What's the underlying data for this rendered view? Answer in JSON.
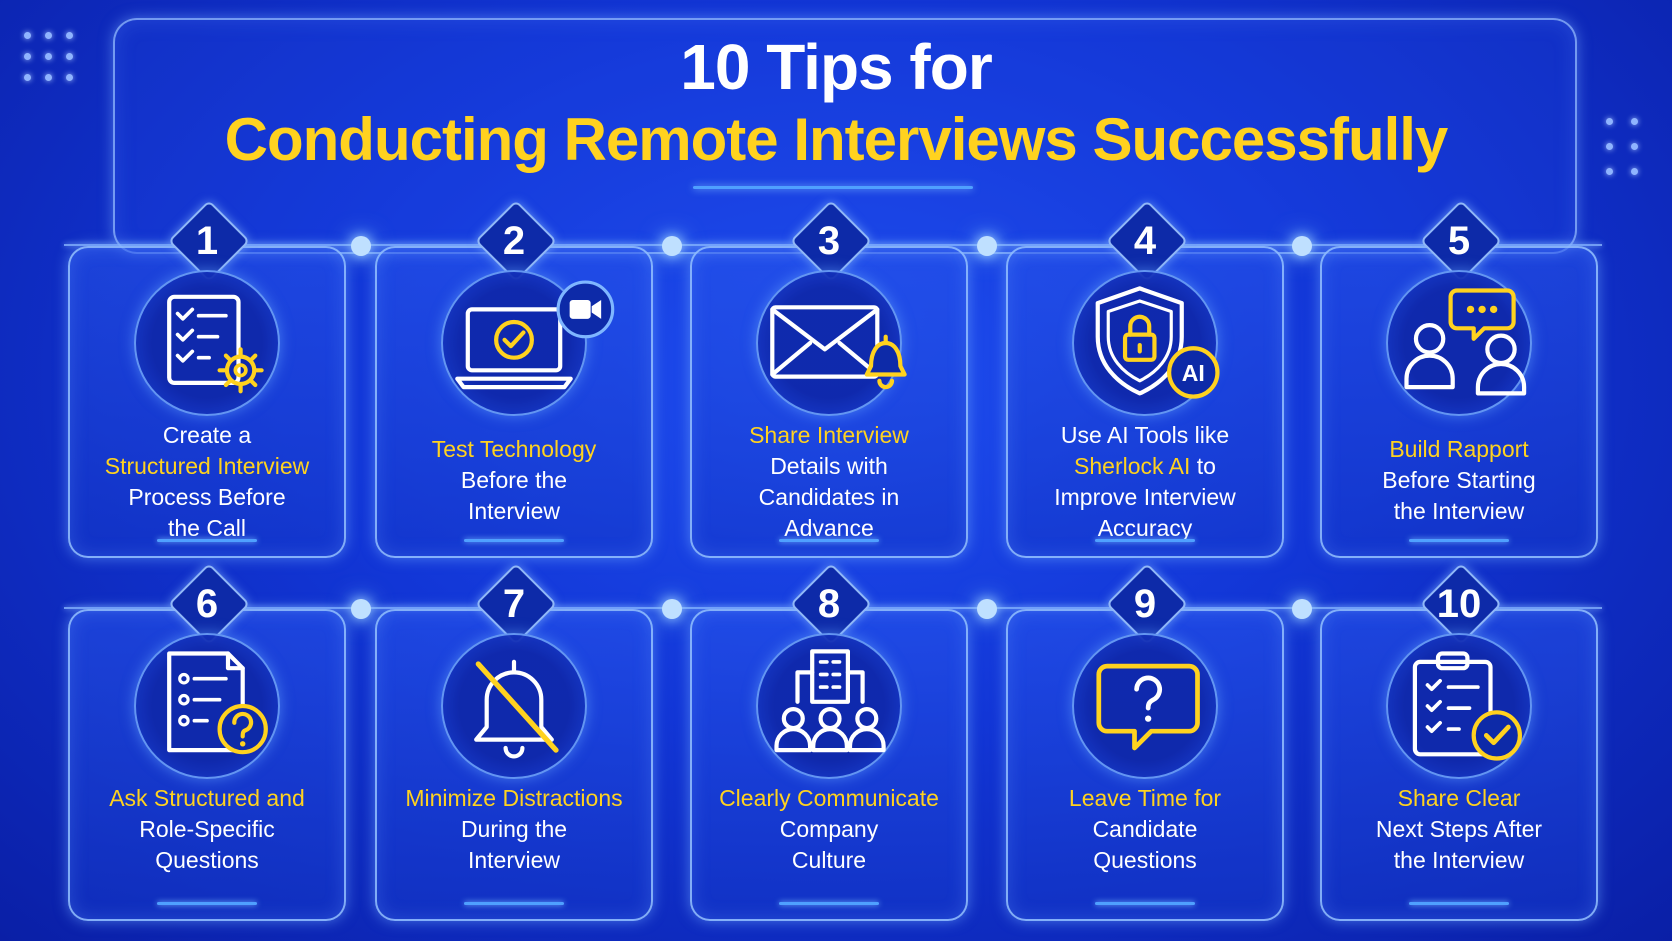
{
  "title": {
    "line1": "10 Tips for",
    "line2": "Conducting Remote Interviews Successfully"
  },
  "colors": {
    "background": "#1236d6",
    "highlight": "#ffd21f",
    "text": "#ffffff",
    "accent_line": "#4fa0ff"
  },
  "tips": [
    {
      "number": "1",
      "icon": "checklist-gear-icon",
      "lines": [
        {
          "text": "Create a",
          "highlight": false
        },
        {
          "text": "Structured Interview",
          "highlight": true
        },
        {
          "text": "Process Before",
          "highlight": false
        },
        {
          "text": "the Call",
          "highlight": false
        }
      ]
    },
    {
      "number": "2",
      "icon": "laptop-video-check-icon",
      "lines": [
        {
          "text": "Test Technology",
          "highlight": true
        },
        {
          "text": "Before the",
          "highlight": false
        },
        {
          "text": "Interview",
          "highlight": false
        }
      ]
    },
    {
      "number": "3",
      "icon": "envelope-bell-icon",
      "lines": [
        {
          "text": "Share Interview",
          "highlight": true
        },
        {
          "text": "Details with",
          "highlight": false
        },
        {
          "text": "Candidates in",
          "highlight": false
        },
        {
          "text": "Advance",
          "highlight": false
        }
      ]
    },
    {
      "number": "4",
      "icon": "shield-lock-ai-icon",
      "badge_text": "AI",
      "lines": [
        {
          "text": "Use AI Tools like",
          "highlight": false
        },
        {
          "parts": [
            {
              "text": "Sherlock AI",
              "highlight": true
            },
            {
              "text": " to",
              "highlight": false
            }
          ]
        },
        {
          "text": "Improve Interview",
          "highlight": false
        },
        {
          "text": "Accuracy",
          "highlight": false
        }
      ]
    },
    {
      "number": "5",
      "icon": "two-people-chat-icon",
      "lines": [
        {
          "text": "Build Rapport",
          "highlight": true
        },
        {
          "text": "Before Starting",
          "highlight": false
        },
        {
          "text": "the Interview",
          "highlight": false
        }
      ]
    },
    {
      "number": "6",
      "icon": "document-question-icon",
      "lines": [
        {
          "text": "Ask Structured and",
          "highlight": true
        },
        {
          "text": "Role-Specific",
          "highlight": false
        },
        {
          "text": "Questions",
          "highlight": false
        }
      ]
    },
    {
      "number": "7",
      "icon": "muted-bell-icon",
      "lines": [
        {
          "text": "Minimize Distractions",
          "highlight": true
        },
        {
          "text": "During the",
          "highlight": false
        },
        {
          "text": "Interview",
          "highlight": false
        }
      ]
    },
    {
      "number": "8",
      "icon": "building-team-icon",
      "lines": [
        {
          "text": "Clearly Communicate",
          "highlight": true
        },
        {
          "text": "Company",
          "highlight": false
        },
        {
          "text": "Culture",
          "highlight": false
        }
      ]
    },
    {
      "number": "9",
      "icon": "question-bubble-icon",
      "lines": [
        {
          "text": "Leave Time for",
          "highlight": true
        },
        {
          "text": "Candidate",
          "highlight": false
        },
        {
          "text": "Questions",
          "highlight": false
        }
      ]
    },
    {
      "number": "10",
      "icon": "clipboard-check-icon",
      "lines": [
        {
          "text": "Share Clear",
          "highlight": true
        },
        {
          "text": "Next Steps After",
          "highlight": false
        },
        {
          "text": "the Interview",
          "highlight": false
        }
      ]
    }
  ]
}
